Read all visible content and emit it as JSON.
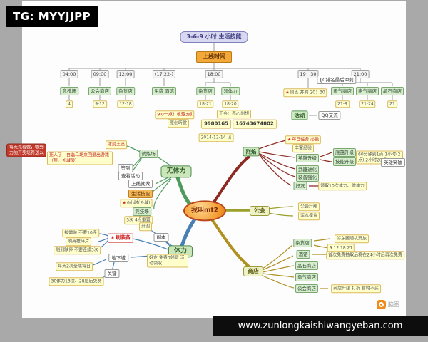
{
  "page": {
    "tg_label": "TG: MYYJJPP",
    "footer_url": "www.zunlongkaishiwangyeban.com",
    "watermark": "脑图"
  },
  "colors": {
    "branch_no_stamina": "#4e9a5f",
    "branch_stamina": "#4a7fb5",
    "branch_daily": "#8d2a22",
    "branch_guild": "#9aa02a",
    "branch_shop": "#b09020",
    "center_fill": "#f08c1e"
  },
  "top_tree": {
    "title": "3-6-9 小时 生活技能",
    "online_time": "上线时间",
    "times": [
      "04:00",
      "09:00",
      "12:00",
      "(17:22-)",
      "18:00",
      "19：30",
      "21:00"
    ],
    "shops": [
      {
        "label": "竞技场",
        "value": "4"
      },
      {
        "label": "公会商店",
        "value": "9-12"
      },
      {
        "label": "杂货店",
        "value": "12-18"
      },
      {
        "label": "免费 酒馆",
        "value": ""
      },
      {
        "label": "杂货店",
        "value": "18-21"
      },
      {
        "label": "领体力",
        "value": "18-20"
      },
      {
        "label": "周五 并购 20：30",
        "value": ""
      },
      {
        "label": "JJC排名最后冲刺",
        "value": ""
      },
      {
        "label": "勇气商店",
        "value": "21-9"
      },
      {
        "label": "惠气商店",
        "value": "21-24"
      },
      {
        "label": "晶石商店",
        "value": "21"
      }
    ],
    "notes": {
      "tip1": "9·0一点！收藏3点",
      "tip1_sub": "原创听赏",
      "guild_name": "工会：养心创想",
      "qq1": "9980165",
      "qq2": "16743674802",
      "date": "2014-12-14 见",
      "activity": "活动",
      "qq_chat": "QQ交流"
    }
  },
  "center": {
    "label": "我叫mt2"
  },
  "no_stamina": {
    "label": "无体力",
    "trial": "试炼场",
    "frozen_throne": "冰封王座",
    "frozen_note": "死人了，自选马场来回退出游戏（整、外域限）",
    "sign_in": "签到",
    "check_activity": "查看活动",
    "on_login": "上线就做",
    "life_skill": "生活技能",
    "life_skill_note": "6小时(外域)",
    "arena": "竞技场",
    "arena_note": "5次 4点重置",
    "side_note": "每天先看做，够努力的开奖培养送么"
  },
  "stamina": {
    "label": "体力",
    "open_map": "开图",
    "farm_gear": "刷装备",
    "farm_note1": "按需装 不要10连",
    "farm_note2": "刷英雄碎片",
    "farm_note3": "刷到缺停 不要连续3次",
    "dungeon": "副本",
    "underground": "地下城",
    "ug_note1": "每天2次全成每日",
    "ug_key": "关键",
    "ug_note2": "30体力13次、28层后免费",
    "friend_note": "好友 免费3领取 活动领取"
  },
  "daily_branch": {
    "label": "烈焰",
    "daily_task": "每日任务 必做",
    "exp_note": "丰富经验",
    "hero_up": "英雄升级",
    "diyun_up": "底蕴升级",
    "skill_up": "技能升级",
    "skill_note": "60分钟到1点,1小时(2点),2小时20点",
    "weapon_evo": "武器进化",
    "equip_up": "装备强化",
    "friend": "好友",
    "friend_note": "领取10次体力、赠体力",
    "hero_break": "英雄突破"
  },
  "guild_branch": {
    "label": "公会",
    "guild_up": "公会升级",
    "slack": "浑水摸鱼"
  },
  "shop_branch": {
    "label": "商店",
    "grocery": "杂货店",
    "grocery_note1": "好东西随机开放",
    "grocery_note2": "9 12 18 21",
    "tavern": "酒馆",
    "tavern_note": "首次免费抽取后将在24小时后再次免费",
    "crystal_shop": "晶石商店",
    "valor_shop": "勇气商店",
    "guild_shop": "公会商店",
    "guild_shop_note": "商店升级 打折 暂时不买"
  }
}
